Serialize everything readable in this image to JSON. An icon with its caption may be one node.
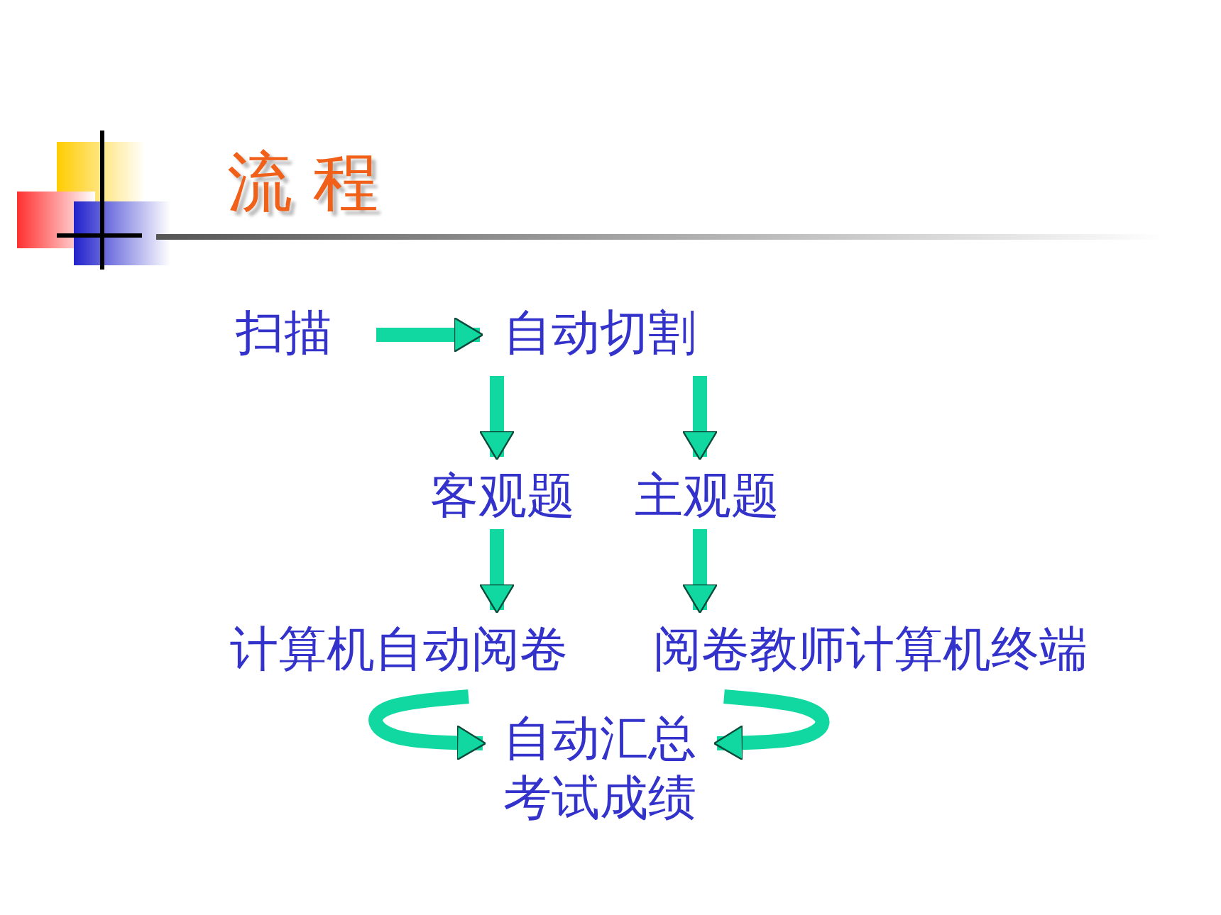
{
  "diagram": {
    "title": "流 程",
    "nodes": [
      {
        "text": [
          "扫描"
        ]
      },
      {
        "text": [
          "自动切割"
        ]
      },
      {
        "text": [
          "客观题"
        ]
      },
      {
        "text": [
          "主观题"
        ]
      },
      {
        "text": [
          "计算机自动阅卷"
        ]
      },
      {
        "text": [
          "阅卷教师计算机终端"
        ]
      },
      {
        "text": [
          "自动汇总",
          "考试成绩"
        ]
      }
    ],
    "edges": [
      {
        "from": 0,
        "to": 1,
        "arrow": "to"
      },
      {
        "from": 1,
        "to": 2,
        "arrow": "to"
      },
      {
        "from": 1,
        "to": 3,
        "arrow": "to"
      },
      {
        "from": 2,
        "to": 4,
        "arrow": "to"
      },
      {
        "from": 3,
        "to": 5,
        "arrow": "to"
      },
      {
        "from": 4,
        "to": 6,
        "arrow": "to"
      },
      {
        "from": 5,
        "to": 6,
        "arrow": "to"
      }
    ]
  }
}
